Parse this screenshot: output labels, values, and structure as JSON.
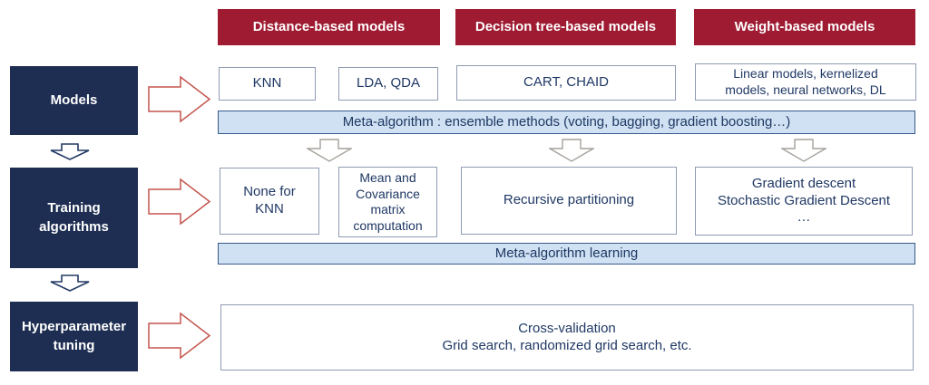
{
  "palette": {
    "header_bg": "#9e1b32",
    "stage_bg": "#1e2e52",
    "box_border": "#8f9cb3",
    "text_navy": "#1f3864",
    "bar_bg": "#cfe1f2",
    "bar_border": "#3a5a8c",
    "red_arrow": "#c4554d",
    "gray_arrow": "#a5a19b",
    "navy_arrow": "#243a66"
  },
  "column_headers": [
    {
      "label": "Distance-based models"
    },
    {
      "label": "Decision tree-based models"
    },
    {
      "label": "Weight-based models"
    }
  ],
  "stages": [
    {
      "label": "Models"
    },
    {
      "label": "Training\nalgorithms"
    },
    {
      "label": "Hyperparameter\ntuning"
    }
  ],
  "models_row": {
    "boxes": [
      {
        "label": "KNN"
      },
      {
        "label": "LDA, QDA"
      },
      {
        "label": "CART, CHAID"
      },
      {
        "label": "Linear models, kernelized\nmodels, neural networks, DL"
      }
    ],
    "meta_bar": "Meta-algorithm : ensemble methods (voting, bagging, gradient boosting…)"
  },
  "training_row": {
    "boxes": [
      {
        "label": "None for\nKNN"
      },
      {
        "label": "Mean and\nCovariance\nmatrix\ncomputation"
      },
      {
        "label": "Recursive partitioning"
      },
      {
        "label": "Gradient descent\nStochastic Gradient Descent\n…"
      }
    ],
    "meta_bar": "Meta-algorithm learning"
  },
  "tuning_row": {
    "box": "Cross-validation\nGrid search, randomized grid search, etc."
  }
}
